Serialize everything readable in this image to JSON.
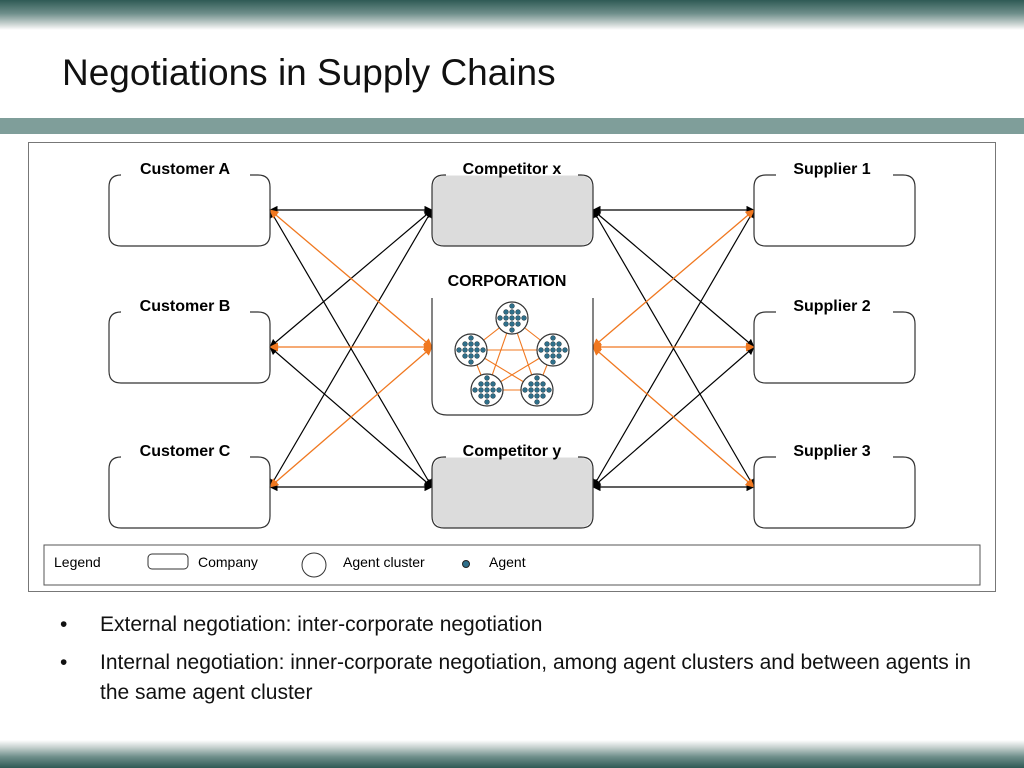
{
  "slide": {
    "title": "Negotiations in Supply Chains"
  },
  "diagram": {
    "customers": [
      "Customer A",
      "Customer B",
      "Customer C"
    ],
    "competitors": [
      "Competitor x",
      "Competitor y"
    ],
    "corporation": "CORPORATION",
    "suppliers": [
      "Supplier 1",
      "Supplier 2",
      "Supplier 3"
    ],
    "legend": {
      "title": "Legend",
      "company": "Company",
      "agent_cluster": "Agent cluster",
      "agent": "Agent"
    },
    "colors": {
      "external_link": "#000000",
      "corporation_link": "#f07820",
      "competitor_fill": "#dcdcdc",
      "agent_fill": "#2f6f8a"
    }
  },
  "bullets": [
    "External negotiation: inter-corporate negotiation",
    "Internal negotiation: inner-corporate negotiation, among agent clusters and between agents in the same agent cluster"
  ]
}
